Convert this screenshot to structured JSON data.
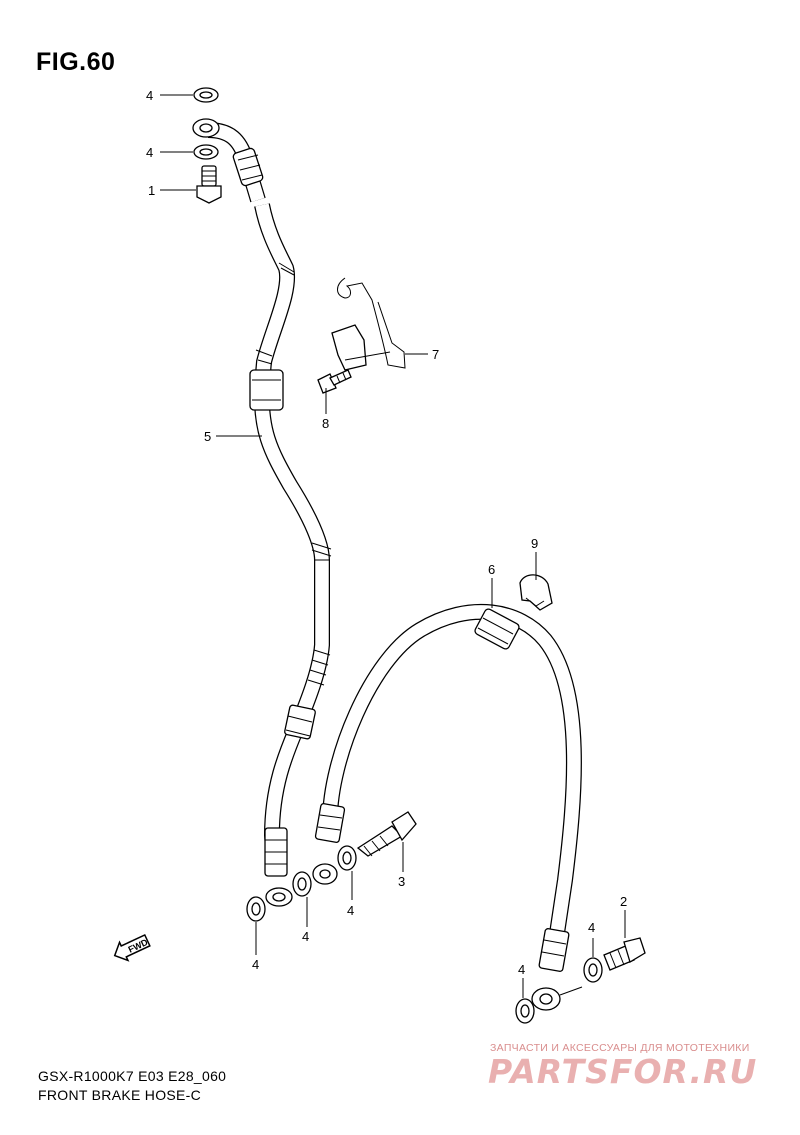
{
  "figure": {
    "title": "FIG.60",
    "model_line": "GSX-R1000K7 E03 E28_060",
    "section_line": "FRONT BRAKE  HOSE-C"
  },
  "callouts": [
    "4",
    "4",
    "1",
    "7",
    "8",
    "5",
    "9",
    "6",
    "3",
    "4",
    "4",
    "4",
    "2",
    "4",
    "4"
  ],
  "fwd_badge": "FWD",
  "watermark": {
    "tagline": "ЗАПЧАСТИ И АКСЕССУАРЫ ДЛЯ МОТОТЕХНИКИ",
    "brand": "PARTSFOR.RU",
    "color": "#e9b0b0"
  }
}
